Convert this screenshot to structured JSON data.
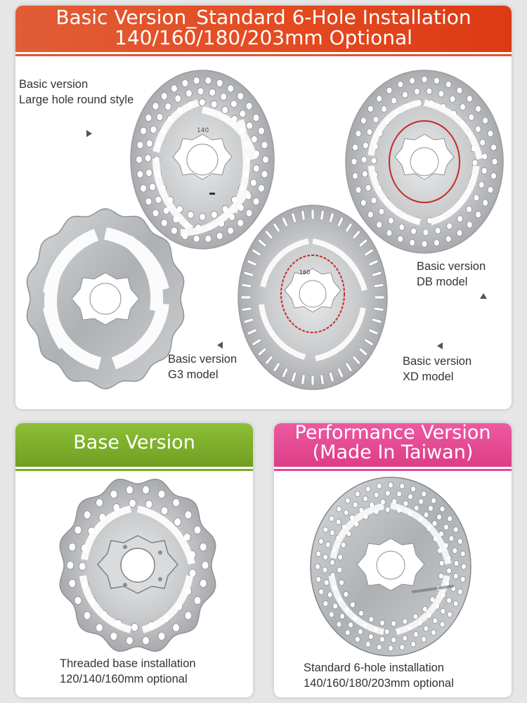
{
  "top_panel": {
    "banner_line1": "Basic Version_Standard 6-Hole Installation",
    "banner_line2": "140/160/180/203mm Optional",
    "labels": {
      "round_line1": "Basic version",
      "round_line2": "Large hole round style",
      "db_line1": "Basic version",
      "db_line2": "DB model",
      "g3_line1": "Basic version",
      "g3_line2": "G3 model",
      "xd_line1": "Basic version",
      "xd_line2": "XD model"
    },
    "rotor_marks": {
      "round": "140",
      "xd": "160"
    }
  },
  "left_panel": {
    "banner": "Base Version",
    "caption_line1": "Threaded base installation",
    "caption_line2": "120/140/160mm optional"
  },
  "right_panel": {
    "banner_line1": "Performance Version",
    "banner_line2": "(Made In Taiwan)",
    "caption_line1": "Standard 6-hole installation",
    "caption_line2": "140/160/180/203mm optional"
  },
  "colors": {
    "top_banner": "#e4502a",
    "left_banner": "#7fb02c",
    "right_banner": "#e54d95",
    "steel": "#bfc1c4",
    "red_ring": "#c62a2a"
  },
  "icons": [
    "arrow-right-icon",
    "arrow-left-icon",
    "arrow-up-icon"
  ]
}
